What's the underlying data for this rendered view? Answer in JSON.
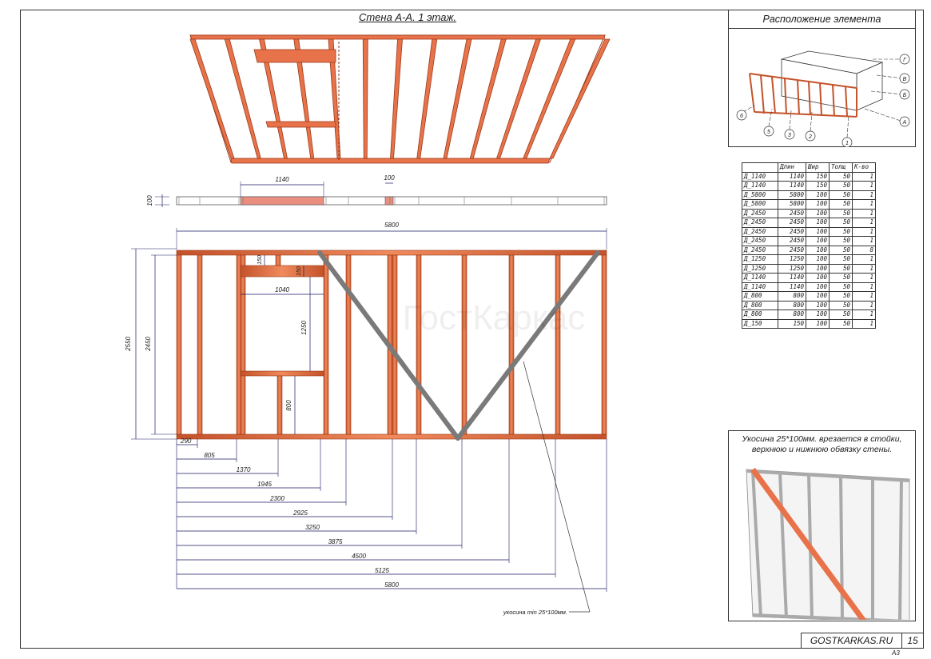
{
  "sheet": {
    "title": "Стена А-А. 1 этаж.",
    "watermark": "ГостКаркас",
    "site": "GOSTKARKAS.RU",
    "page": "15",
    "format": "А3"
  },
  "location_panel": {
    "title": "Расположение элемента",
    "axes_letters": [
      "Г",
      "В",
      "Б",
      "А"
    ],
    "axes_numbers": [
      "6",
      "5",
      "3",
      "2",
      "1"
    ]
  },
  "brace_panel": {
    "caption_line1": "Укосина 25*100мм. врезается в стойки,",
    "caption_line2": "верхнюю и нижнюю обвязку стены."
  },
  "drawing": {
    "brace_note": "укосина min 25*100мм.",
    "dims": {
      "plan_width": "100",
      "plan_opening": "1140",
      "plan_small": "100",
      "total_length": "5800",
      "height_outer": "2550",
      "height_inner": "2450",
      "opening_width": "1040",
      "opening_height": "1250",
      "lintel_a": "150",
      "lintel_b": "150",
      "sill_height": "800"
    },
    "chain": [
      "290",
      "805",
      "1370",
      "1945",
      "2300",
      "2925",
      "3250",
      "3875",
      "4500",
      "5125",
      "5800"
    ]
  },
  "spec_table": {
    "headers": [
      "",
      "Длин",
      "Шир",
      "Толщ",
      "К-во"
    ],
    "rows": [
      [
        "Д_1140",
        "1140",
        "150",
        "50",
        "1"
      ],
      [
        "Д_1140",
        "1140",
        "150",
        "50",
        "1"
      ],
      [
        "Д_5800",
        "5800",
        "100",
        "50",
        "1"
      ],
      [
        "Д_5800",
        "5800",
        "100",
        "50",
        "1"
      ],
      [
        "Д_2450",
        "2450",
        "100",
        "50",
        "1"
      ],
      [
        "Д_2450",
        "2450",
        "100",
        "50",
        "1"
      ],
      [
        "Д_2450",
        "2450",
        "100",
        "50",
        "1"
      ],
      [
        "Д_2450",
        "2450",
        "100",
        "50",
        "1"
      ],
      [
        "Д_2450",
        "2450",
        "100",
        "50",
        "8"
      ],
      [
        "Д_1250",
        "1250",
        "100",
        "50",
        "1"
      ],
      [
        "Д_1250",
        "1250",
        "100",
        "50",
        "1"
      ],
      [
        "Д_1140",
        "1140",
        "100",
        "50",
        "1"
      ],
      [
        "Д_1140",
        "1140",
        "100",
        "50",
        "1"
      ],
      [
        "Д_800",
        "800",
        "100",
        "50",
        "1"
      ],
      [
        "Д_800",
        "800",
        "100",
        "50",
        "1"
      ],
      [
        "Д_800",
        "800",
        "100",
        "50",
        "1"
      ],
      [
        "Д_150",
        "150",
        "100",
        "50",
        "1"
      ]
    ]
  },
  "colors": {
    "timber": "#e8734a",
    "timber_edge": "#b0401c",
    "brace": "#7a7a7a",
    "dim": "#1a1a66",
    "plan_highlight": "#ea8f80"
  }
}
